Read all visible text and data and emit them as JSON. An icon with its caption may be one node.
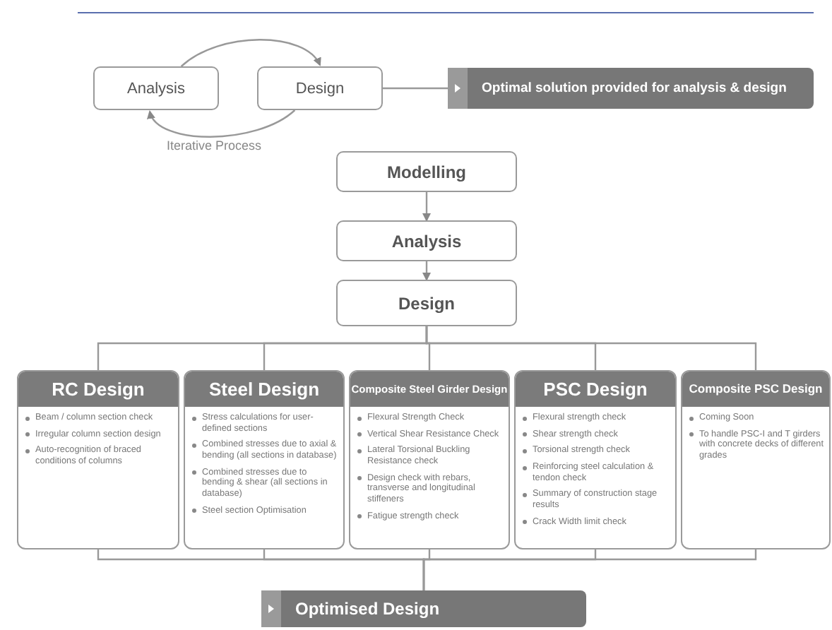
{
  "diagram": {
    "nodes": [
      {
        "text": [
          "Analysis"
        ]
      },
      {
        "text": [
          "Design"
        ]
      },
      {
        "text": [
          "Optimal solution provided for analysis & design"
        ]
      },
      {
        "text": [
          "Modelling"
        ]
      },
      {
        "text": [
          "Analysis"
        ]
      },
      {
        "text": [
          "Design"
        ]
      },
      {
        "text": [
          "RC Design",
          "Beam / column section check",
          "Irregular column section design",
          "Auto-recognition of braced conditions of columns"
        ]
      },
      {
        "text": [
          "Steel Design",
          "Stress calculations for user-defined sections",
          "Combined stresses due to axial & bending (all sections in database)",
          "Combined stresses due to bending & shear (all sections in database)",
          "Steel section Optimisation"
        ]
      },
      {
        "text": [
          "Composite Steel Girder Design",
          "Flexural Strength Check",
          "Vertical Shear Resistance Check",
          "Lateral Torsional Buckling Resistance check",
          "Design check with rebars, transverse and longitudinal stiffeners",
          "Fatigue strength check"
        ]
      },
      {
        "text": [
          "PSC Design",
          "Flexural strength check",
          "Shear strength check",
          "Torsional strength check",
          "Reinforcing steel calculation & tendon check",
          "Summary of construction stage results",
          "Crack Width limit check"
        ]
      },
      {
        "text": [
          "Composite PSC Design",
          "Coming Soon",
          "To handle PSC-I and T girders with concrete decks of different grades"
        ]
      },
      {
        "text": [
          "Optimised Design"
        ]
      }
    ],
    "edges": [
      {
        "from": 0,
        "to": 1,
        "arrow": "to"
      },
      {
        "from": 1,
        "to": 0,
        "arrow": "to",
        "label": "Iterative Process"
      },
      {
        "from": 1,
        "to": 2,
        "arrow": "none"
      },
      {
        "from": 3,
        "to": 4,
        "arrow": "to"
      },
      {
        "from": 4,
        "to": 5,
        "arrow": "to"
      },
      {
        "from": 5,
        "to": 6,
        "arrow": "none"
      },
      {
        "from": 5,
        "to": 7,
        "arrow": "none"
      },
      {
        "from": 5,
        "to": 8,
        "arrow": "none"
      },
      {
        "from": 5,
        "to": 9,
        "arrow": "none"
      },
      {
        "from": 5,
        "to": 10,
        "arrow": "none"
      },
      {
        "from": 6,
        "to": 11,
        "arrow": "none"
      },
      {
        "from": 7,
        "to": 11,
        "arrow": "none"
      },
      {
        "from": 8,
        "to": 11,
        "arrow": "none"
      },
      {
        "from": 9,
        "to": 11,
        "arrow": "none"
      },
      {
        "from": 10,
        "to": 11,
        "arrow": "none"
      }
    ]
  }
}
